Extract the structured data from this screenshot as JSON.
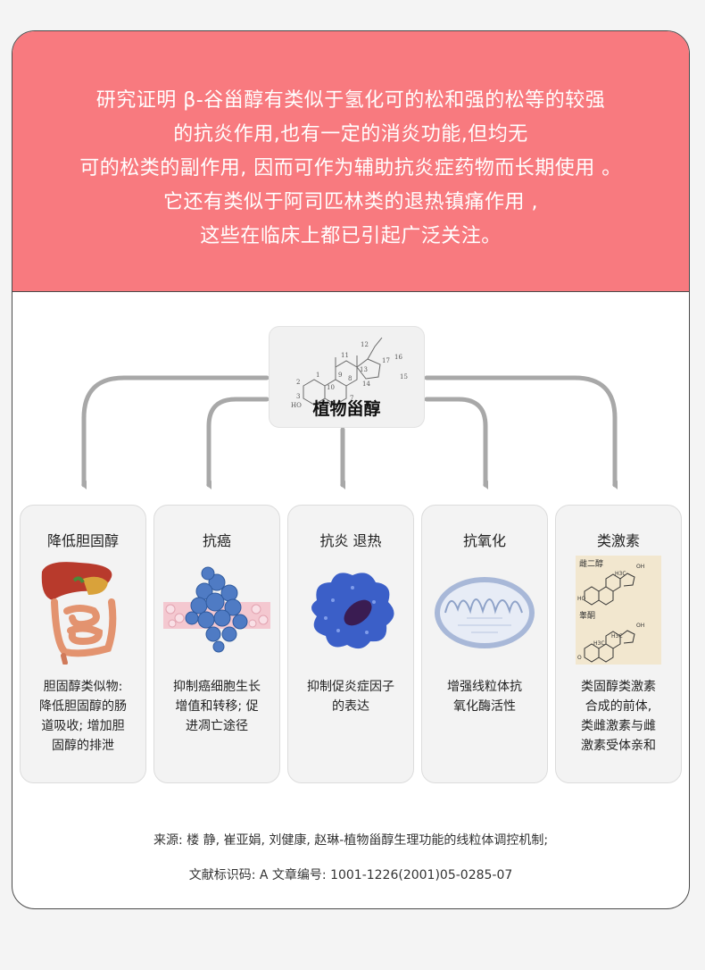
{
  "banner": {
    "lines": [
      "研究证明 β-谷甾醇有类似于氢化可的松和强的松等的较强",
      "的抗炎作用,也有一定的消炎功能,但均无",
      "可的松类的副作用, 因而可作为辅助抗炎症药物而长期使用 。",
      "它还有类似于阿司匹林类的退热镇痛作用 ,",
      "这些在临床上都已引起广泛关注。"
    ]
  },
  "center": {
    "title": "植物甾醇",
    "atom_labels": [
      "12",
      "11",
      "13",
      "17",
      "16",
      "15",
      "14",
      "9",
      "8",
      "1",
      "2",
      "10",
      "3",
      "5",
      "7",
      "4",
      "6",
      "HO"
    ]
  },
  "effects": [
    {
      "title": "降低胆固醇",
      "desc": [
        "胆固醇类似物:",
        "降低胆固醇的肠",
        "道吸收; 增加胆",
        "固醇的排泄"
      ],
      "icon": "liver-intestine-icon"
    },
    {
      "title": "抗癌",
      "desc": [
        "抑制癌细胞生长",
        "增值和转移; 促",
        "进凋亡途径"
      ],
      "icon": "tumor-cells-icon"
    },
    {
      "title": "抗炎 退热",
      "desc": [
        "抑制促炎症因子",
        "的表达"
      ],
      "icon": "immune-cell-icon"
    },
    {
      "title": "抗氧化",
      "desc": [
        "增强线粒体抗",
        "氧化酶活性"
      ],
      "icon": "mitochondria-icon"
    },
    {
      "title": "类激素",
      "desc": [
        "类固醇类激素",
        "合成的前体,",
        "类雌激素与雌",
        "激素受体亲和"
      ],
      "icon": "hormone-structure-icon",
      "panel_labels": [
        "雌二醇",
        "睾酮",
        "H3C",
        "OH",
        "HO",
        "H3C",
        "OH",
        "H3C",
        "O"
      ]
    }
  ],
  "source": {
    "line1": "来源: 楼 静, 崔亚娟, 刘健康, 赵琳-植物甾醇生理功能的线粒体调控机制;",
    "line2": "文献标识码: A 文章编号: 1001-1226(2001)05-0285-07"
  },
  "colors": {
    "banner": "#f87a7f",
    "arrow": "#a8a8a8",
    "box_bg": "#f3f3f3"
  }
}
